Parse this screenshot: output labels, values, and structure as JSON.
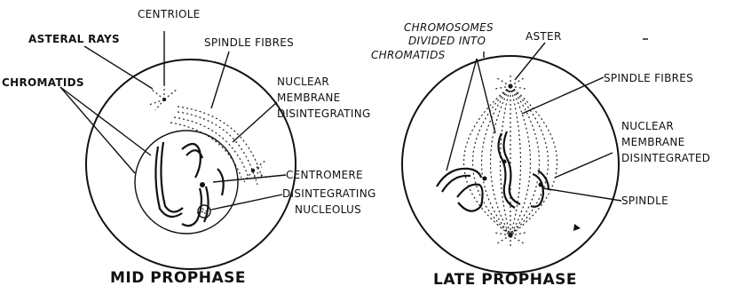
{
  "mid_prophase": {
    "caption": "MID PROPHASE",
    "labels": {
      "centriole": "CENTRIOLE",
      "asteral_rays": "ASTERAL RAYS",
      "spindle_fibres": "SPINDLE FIBRES",
      "chromatids": "CHROMATIDS",
      "nuclear_membrane_1": "NUCLEAR",
      "nuclear_membrane_2": "MEMBRANE",
      "nuclear_membrane_3": "DISINTEGRATING",
      "centromere": "CENTROMERE",
      "nucleolus_1": "DISINTEGRATING",
      "nucleolus_2": "NUCLEOLUS"
    }
  },
  "late_prophase": {
    "caption": "LATE PROPHASE",
    "labels": {
      "chromosomes_1": "CHROMOSOMES",
      "chromosomes_2": "DIVIDED INTO",
      "chromosomes_3": "CHROMATIDS",
      "aster": "ASTER",
      "spindle_fibres": "SPINDLE FIBRES",
      "nuclear_membrane_1": "NUCLEAR",
      "nuclear_membrane_2": "MEMBRANE",
      "nuclear_membrane_3": "DISINTEGRATED",
      "spindle": "SPINDLE"
    }
  }
}
